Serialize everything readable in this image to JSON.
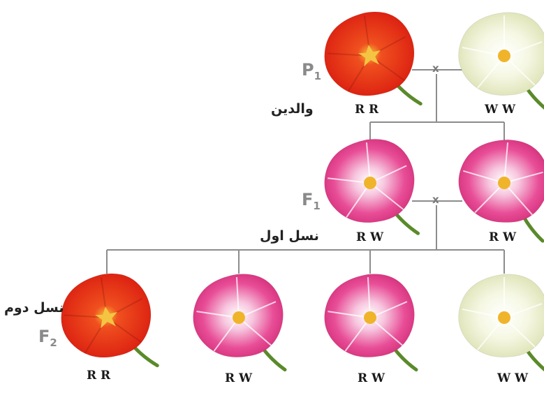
{
  "generations": [
    {
      "symbol": "P",
      "subscript": "1",
      "name": "والدین"
    },
    {
      "symbol": "F",
      "subscript": "1",
      "name": "نسل اول"
    },
    {
      "symbol": "F",
      "subscript": "2",
      "name": "نسل دوم"
    }
  ],
  "cross_symbol": "x",
  "colors": {
    "red": "#e0261c",
    "pink": "#e2408a",
    "white": "#e9ecc4",
    "line": "#8c8c8c"
  },
  "flowers": [
    {
      "genotype": "R R",
      "color": "red"
    },
    {
      "genotype": "W W",
      "color": "white"
    },
    {
      "genotype": "R W",
      "color": "pink"
    },
    {
      "genotype": "R W",
      "color": "pink"
    },
    {
      "genotype": "R R",
      "color": "red"
    },
    {
      "genotype": "R W",
      "color": "pink"
    },
    {
      "genotype": "R W",
      "color": "pink"
    },
    {
      "genotype": "W W",
      "color": "white"
    }
  ]
}
